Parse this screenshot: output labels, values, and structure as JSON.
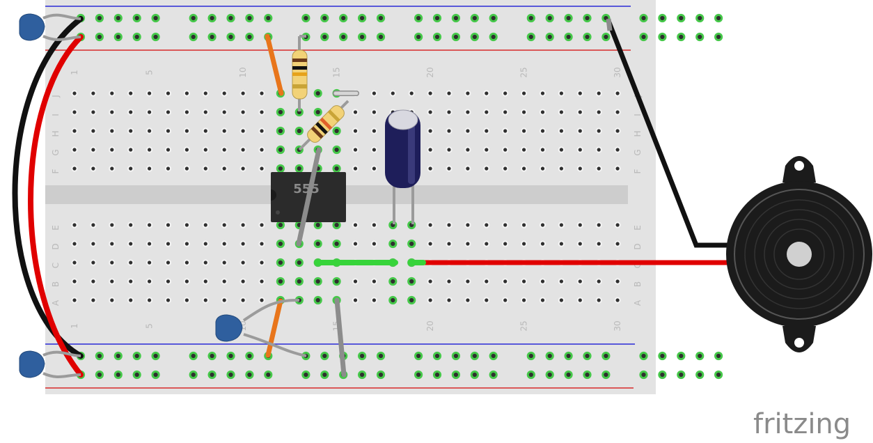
{
  "brand": "fritzing",
  "chip": {
    "label": "555"
  },
  "breadboard": {
    "columns": 30,
    "column_labels": [
      "1",
      "5",
      "10",
      "15",
      "20",
      "25",
      "30"
    ],
    "rows_top": [
      "J",
      "I",
      "H",
      "G",
      "F"
    ],
    "rows_bottom": [
      "E",
      "D",
      "C",
      "B",
      "A"
    ]
  },
  "colors": {
    "board": "#e3e3e3",
    "channel": "#cdcdcd",
    "hole": "#2f2f2f",
    "hole_active": "#46c84a",
    "rail_blue": "#2a2ad6",
    "rail_red": "#d82a2a",
    "wire_red": "#e00000",
    "wire_black": "#111111",
    "wire_orange": "#e8751b",
    "wire_gray": "#8c8c8c",
    "wire_green": "#37d43a",
    "wire_white": "#d6d6d6",
    "cap_blue": "#2f5f9e",
    "electrolytic": "#1e1e5a",
    "chip": "#2b2b2b",
    "buzzer": "#1b1b1b"
  }
}
